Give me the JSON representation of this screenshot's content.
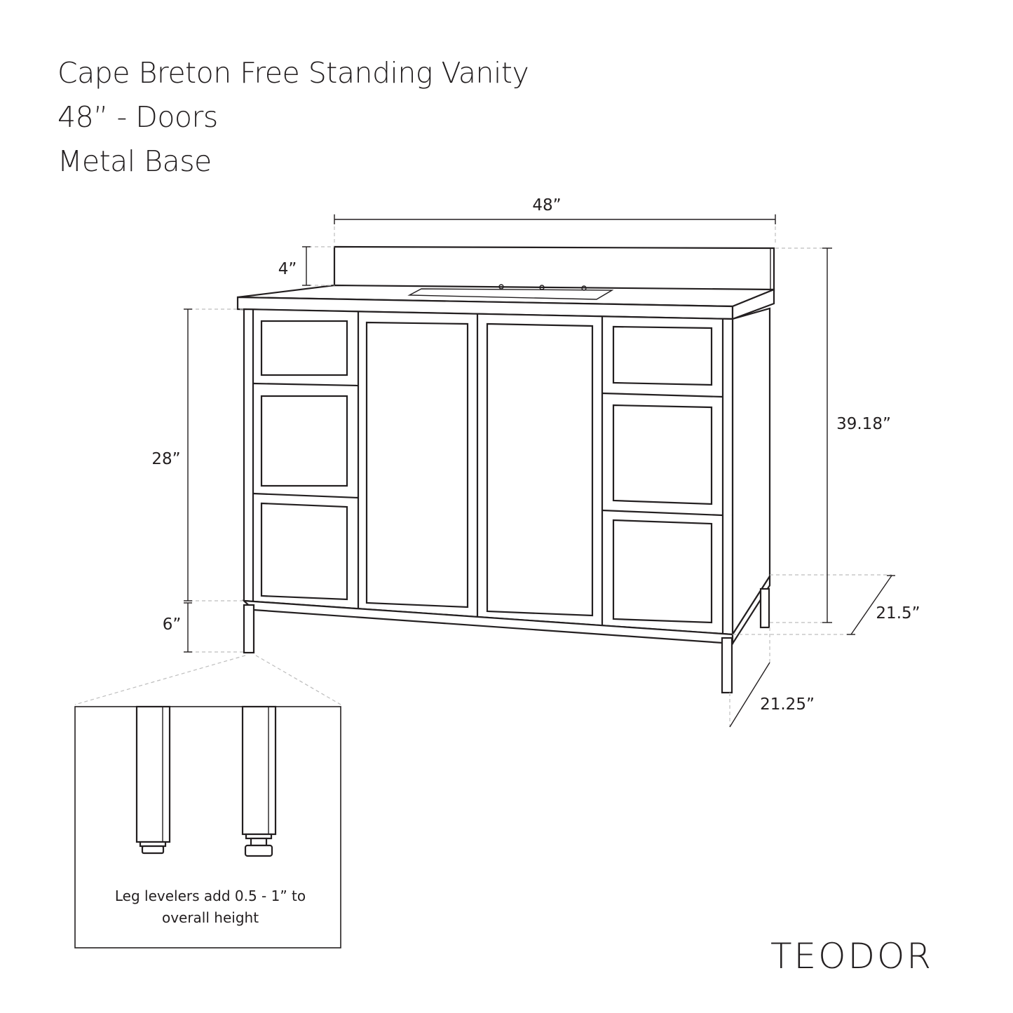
{
  "title": {
    "line1": "Cape Breton Free Standing Vanity",
    "line2": "48” - Doors",
    "line3": "Metal Base"
  },
  "dimensions": {
    "width": "48”",
    "backsplash": "4”",
    "cabinet_height": "28”",
    "leg_height": "6”",
    "total_height": "39.18”",
    "top_depth": "21.5”",
    "base_depth": "21.25”"
  },
  "inset": {
    "note_line1": "Leg levelers add 0.5 - 1” to",
    "note_line2": "overall height"
  },
  "brand": "TEODOR"
}
